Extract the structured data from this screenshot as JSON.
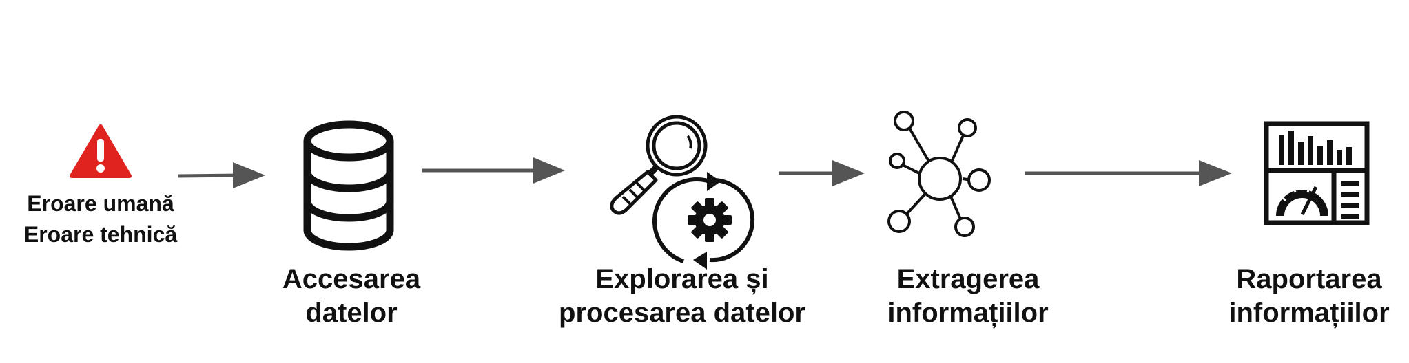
{
  "source": {
    "lines": [
      "Eroare umană",
      "Eroare tehnică"
    ],
    "icon": "warning-icon",
    "icon_color": "#e0231f"
  },
  "steps": [
    {
      "lines": [
        "Accesarea",
        "datelor"
      ],
      "icon": "database-icon"
    },
    {
      "lines": [
        "Explorarea și",
        "procesarea datelor"
      ],
      "icon": "magnifier-gear-icon"
    },
    {
      "lines": [
        "Extragerea",
        "informațiilor"
      ],
      "icon": "network-hub-icon"
    },
    {
      "lines": [
        "Raportarea",
        "informațiilor"
      ],
      "icon": "dashboard-icon"
    }
  ],
  "colors": {
    "arrow": "#555555",
    "icon": "#111111",
    "text": "#111111"
  }
}
